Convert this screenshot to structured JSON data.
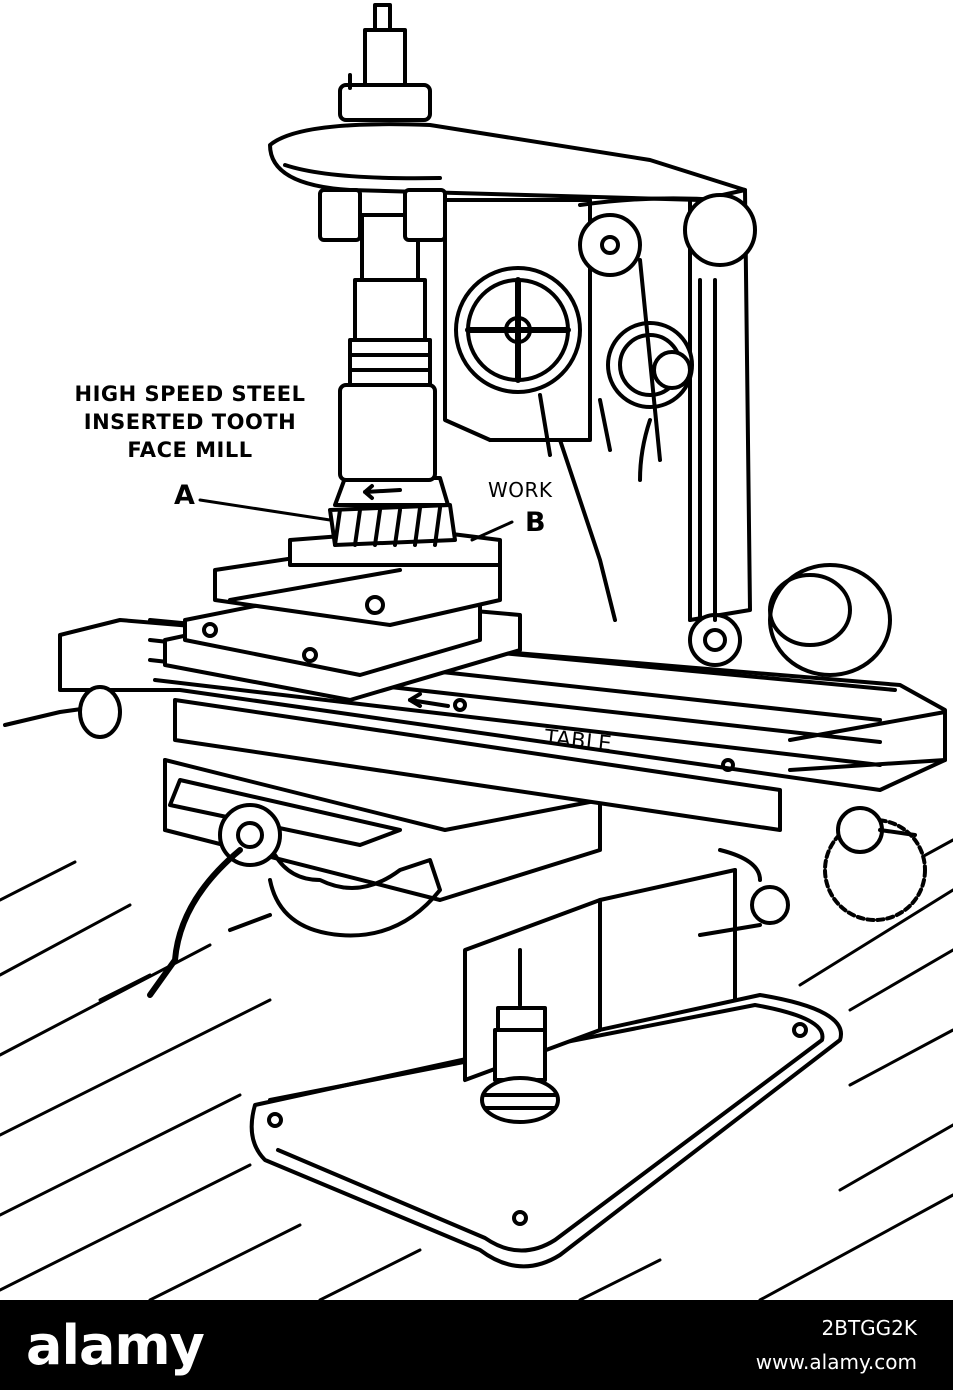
{
  "labels": {
    "mill_line1": "HIGH SPEED STEEL",
    "mill_line2": "INSERTED TOOTH",
    "mill_line3": "FACE MILL",
    "a": "A",
    "work": "WORK",
    "b": "B",
    "table": "TABLE"
  },
  "footer": {
    "logo": "alamy",
    "image_id": "2BTGG2K",
    "url": "www.alamy.com"
  },
  "colors": {
    "ink": "#000000",
    "paper": "#ffffff",
    "footer_bg": "#000000"
  }
}
